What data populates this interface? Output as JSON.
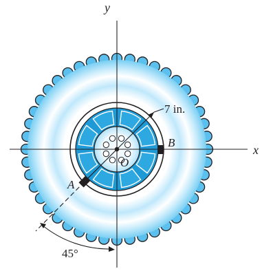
{
  "labels": {
    "y_axis": "y",
    "x_axis": "x",
    "origin": "O",
    "point_a": "A",
    "point_b": "B",
    "radius": "7 in.",
    "angle": "45°"
  },
  "colors": {
    "ink": "#231f20",
    "tread_blue": "#5cc0ee",
    "rim_blue": "#1e9bd7",
    "pale_blue": "#c6ebfb",
    "marker": "#231f20"
  },
  "icons": {
    "bolt_holes": "circle-outline",
    "tread_teeth": "rounded-bump"
  }
}
